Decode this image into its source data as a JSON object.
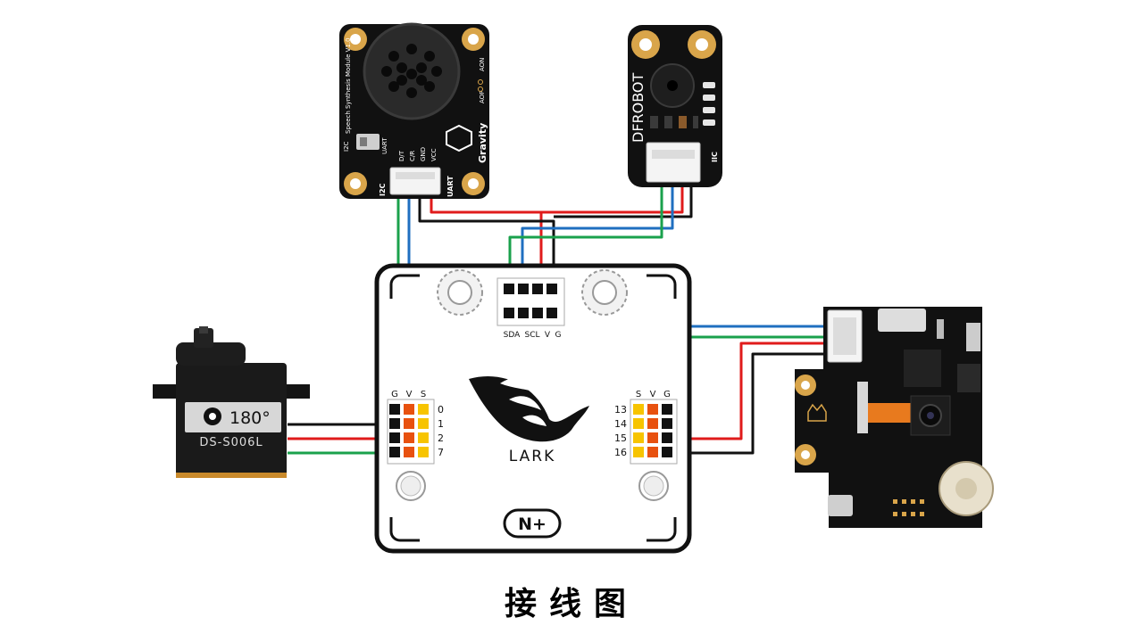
{
  "caption": "接线图",
  "colors": {
    "red": "#e01b1b",
    "black": "#111111",
    "green": "#1aa14c",
    "blue": "#1f6fc0",
    "yellow": "#f7c400",
    "orange": "#e8510f",
    "board": "#111111",
    "gold": "#d9a54a"
  },
  "speech_module": {
    "side_text": "Speech Synthesis Module V1.0",
    "pin_labels": [
      "D/T",
      "C/R",
      "GND",
      "VCC"
    ],
    "switch_labels": [
      "I2C",
      "UART"
    ],
    "port_left": "I2C",
    "port_right": "UART",
    "brand": "Gravity",
    "aop": "AOP",
    "aon": "AON"
  },
  "sensor_module": {
    "brand": "DFROBOT",
    "port": "IIC"
  },
  "servo": {
    "angle": "180°",
    "model": "DS-S006L"
  },
  "lark_board": {
    "logo": "LARK",
    "i2c_labels": [
      "SDA",
      "SCL",
      "V",
      "G"
    ],
    "left_header": [
      "G",
      "V",
      "S"
    ],
    "left_pins": [
      "0",
      "1",
      "2",
      "7"
    ],
    "right_header": [
      "S",
      "V",
      "G"
    ],
    "right_pins": [
      "13",
      "14",
      "15",
      "16"
    ],
    "badge": "N+"
  }
}
